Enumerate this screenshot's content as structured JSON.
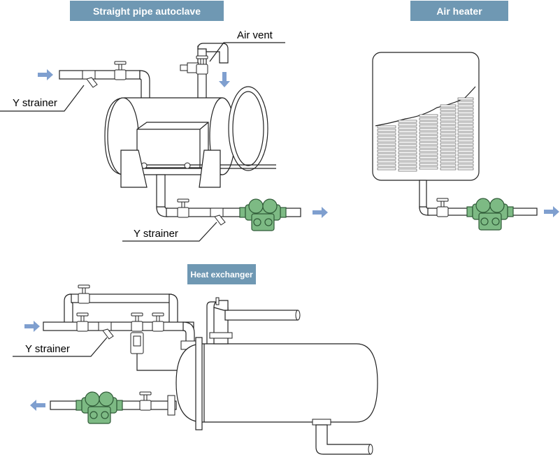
{
  "sections": {
    "autoclave_title": "Straight pipe autoclave",
    "air_heater_title": "Air heater",
    "heat_exchanger_title": "Heat exchanger"
  },
  "labels": {
    "y_strainer_top": "Y strainer",
    "y_strainer_middle": "Y strainer",
    "y_strainer_bottom": "Y strainer",
    "air_vent": "Air vent"
  },
  "colors": {
    "banner": "#6f98b3",
    "trap_green": "#7dba84",
    "flow_arrow": "#7f9fcf"
  },
  "icons": {
    "flow": "arrow-icon",
    "trap": "steam-trap-icon",
    "valve": "globe-valve-icon",
    "strainer": "y-strainer-icon"
  }
}
